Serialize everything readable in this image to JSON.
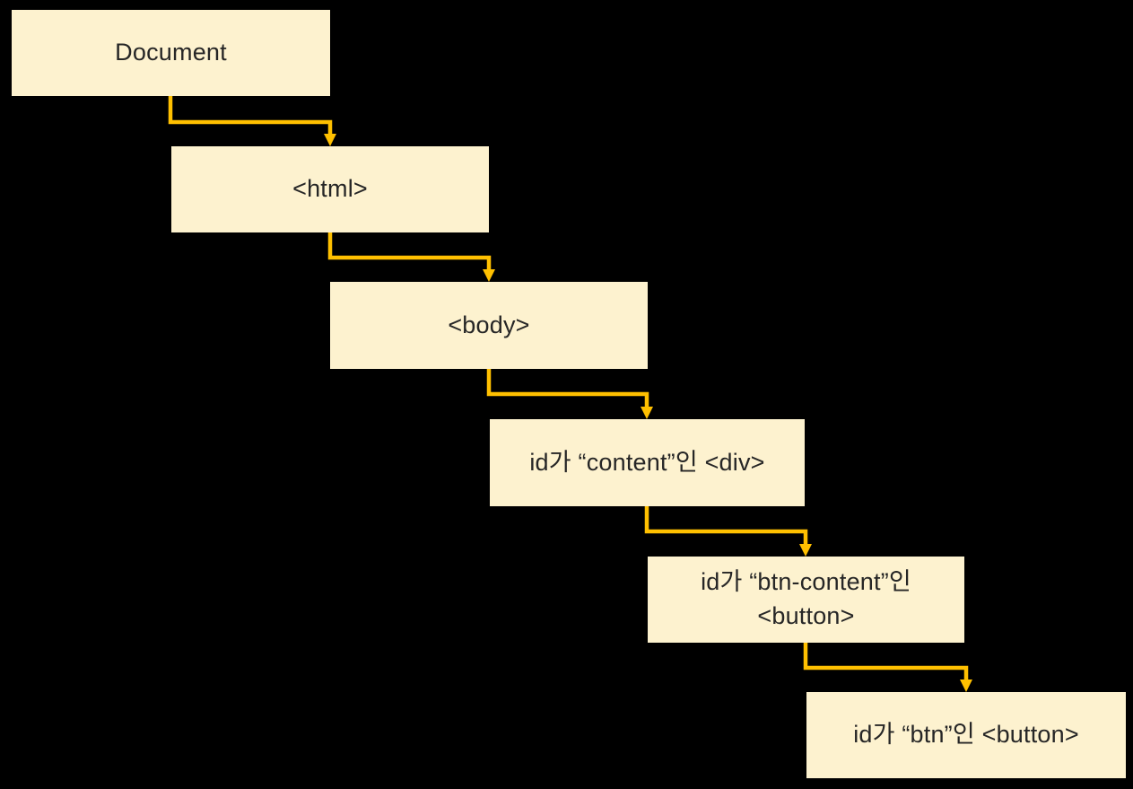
{
  "diagram": {
    "nodes": [
      {
        "id": "document",
        "label": "Document"
      },
      {
        "id": "html",
        "label": "<html>"
      },
      {
        "id": "body",
        "label": "<body>"
      },
      {
        "id": "div-content",
        "label": "id가 “content”인 <div>"
      },
      {
        "id": "button-btn-content",
        "label": "id가 “btn-content”인 <button>"
      },
      {
        "id": "button-btn",
        "label": "id가 “btn”인 <button>"
      }
    ],
    "edges": [
      {
        "from": "document",
        "to": "html"
      },
      {
        "from": "html",
        "to": "body"
      },
      {
        "from": "body",
        "to": "div-content"
      },
      {
        "from": "div-content",
        "to": "button-btn-content"
      },
      {
        "from": "button-btn-content",
        "to": "button-btn"
      }
    ],
    "colors": {
      "background": "#000000",
      "node_fill": "#FDF2CF",
      "arrow": "#FFC000",
      "text": "#262626"
    }
  }
}
